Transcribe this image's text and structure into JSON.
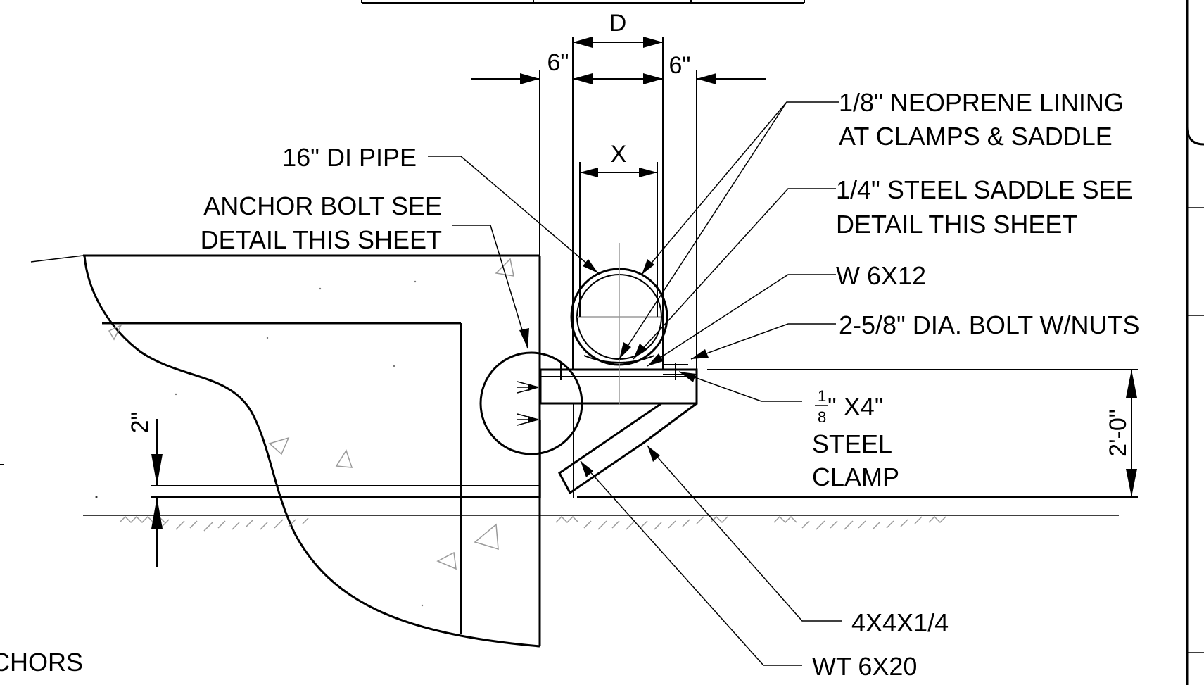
{
  "dimensions": {
    "pipe_outer": "D",
    "pipe_inner": "X",
    "left_clear": "6\"",
    "right_clear": "6\"",
    "height": "2'-0\"",
    "embed": "2\""
  },
  "labels": {
    "pipe": "16\" DI PIPE",
    "anchor_bolt_1": "ANCHOR BOLT SEE",
    "anchor_bolt_2": "DETAIL THIS SHEET",
    "neoprene_1": "1/8\" NEOPRENE LINING",
    "neoprene_2": "AT CLAMPS & SADDLE",
    "saddle_1": "1/4\" STEEL SADDLE SEE",
    "saddle_2": "DETAIL THIS SHEET",
    "beam": "W 6X12",
    "bolt": "2-5/8\" DIA. BOLT W/NUTS",
    "clamp_num": "1",
    "clamp_den": "8",
    "clamp_1": "\" X4\"",
    "clamp_2": "STEEL",
    "clamp_3": "CLAMP",
    "angle": "4X4X1/4",
    "tee": "WT 6X20",
    "anchors_partial": "CHORS"
  }
}
